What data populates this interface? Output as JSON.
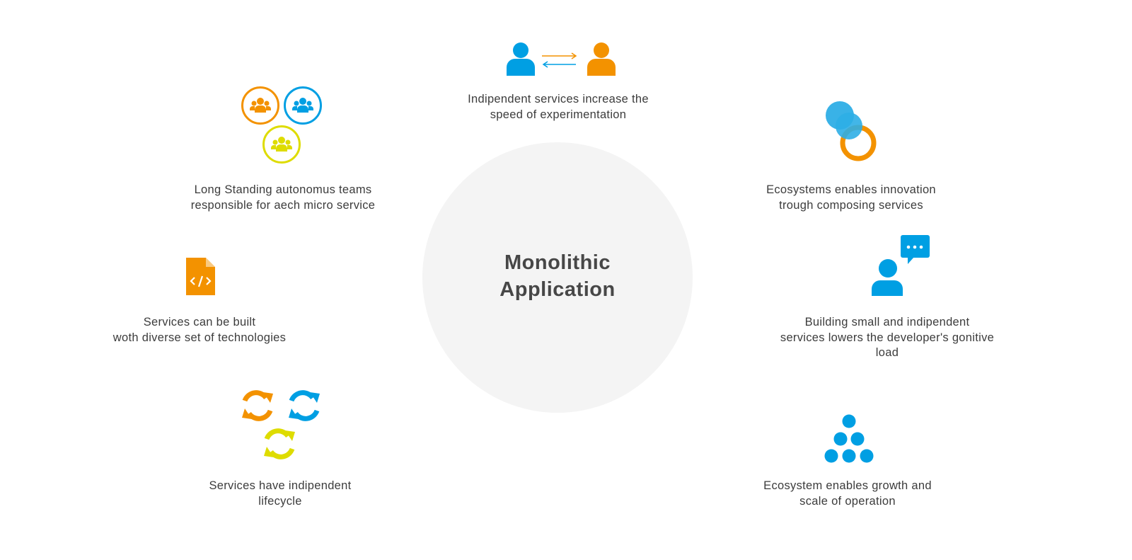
{
  "center": {
    "title_line1": "Monolithic",
    "title_line2": "Application"
  },
  "colors": {
    "orange": "#f39200",
    "blue": "#009fe3",
    "yellow": "#dedc00",
    "text": "#3c3c3c",
    "circle": "#f4f4f4"
  },
  "items": [
    {
      "icon": "users-exchange-icon",
      "lines": [
        "Indipendent services increase the",
        "speed of experimentation"
      ]
    },
    {
      "icon": "teams-icon",
      "lines": [
        "Long Standing autonomus teams",
        "responsible for aech micro service"
      ]
    },
    {
      "icon": "overlapping-circles-icon",
      "lines": [
        "Ecosystems enables innovation",
        "trough composing services"
      ]
    },
    {
      "icon": "code-file-icon",
      "lines": [
        "Services can be built",
        "woth diverse set of technologies"
      ]
    },
    {
      "icon": "person-chat-icon",
      "lines": [
        "Building small and indipendent",
        "services lowers the developer's gonitive",
        "load"
      ]
    },
    {
      "icon": "refresh-icons",
      "lines": [
        "Services have indipendent",
        "lifecycle"
      ]
    },
    {
      "icon": "dots-pyramid-icon",
      "lines": [
        "Ecosystem enables growth and",
        "scale of operation"
      ]
    }
  ]
}
